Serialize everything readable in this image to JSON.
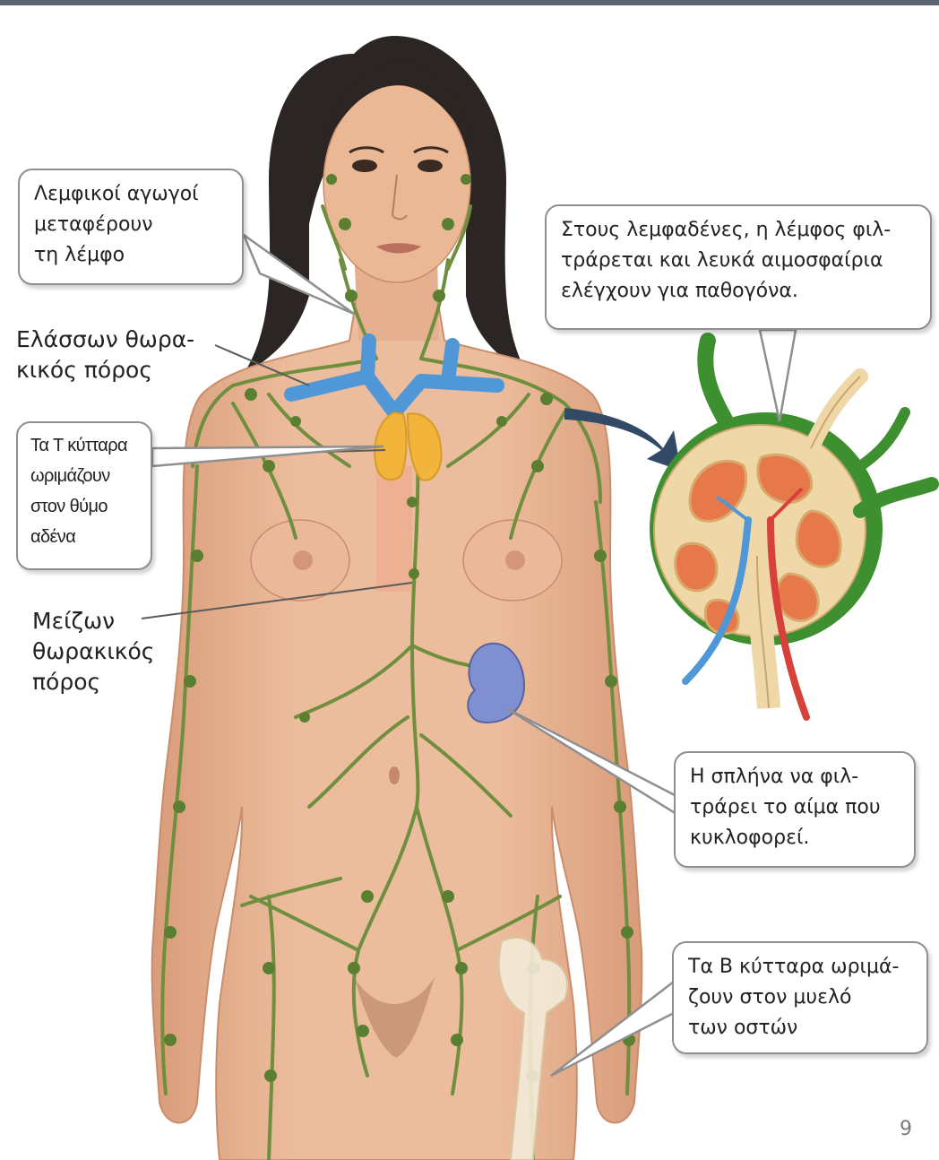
{
  "labels": {
    "lymph_vessels": [
      "Λεμφικοί αγωγοί",
      "μεταφέρουν",
      "τη λέμφο"
    ],
    "lymph_nodes": [
      "Στους λεμφαδένες, η λέμφος φιλ-",
      "τράρεται και λευκά αιμοσφαίρια",
      "ελέγχουν για παθογόνα."
    ],
    "right_thoracic_duct": [
      "Ελάσσων θωρα-",
      "κικός πόρος"
    ],
    "thymus": [
      "Τα Τ κύτταρα",
      "ωριμάζουν",
      "στον θύμο",
      "αδένα"
    ],
    "thoracic_duct": [
      "Μείζων",
      "θωρακικός",
      "πόρος"
    ],
    "spleen": [
      "Η σπλήνα να φιλ-",
      "τράρει το αίμα που",
      "κυκλοφορεί."
    ],
    "bone_marrow": [
      "Τα Β κύτταρα ωριμά-",
      "ζουν στον μυελό",
      "των οστών"
    ]
  },
  "page_number": "9",
  "colors": {
    "skin": "#e8b594",
    "lymph_vessel": "#6f8f3e",
    "vein": "#4f97d6",
    "thymus": "#f2b43a",
    "spleen": "#7f8fd2",
    "node_capsule": "#3e8f2f",
    "node_cortex": "#e6784a",
    "artery": "#d8403a",
    "hair": "#2b2523",
    "callout_border": "#8f8f8f"
  }
}
